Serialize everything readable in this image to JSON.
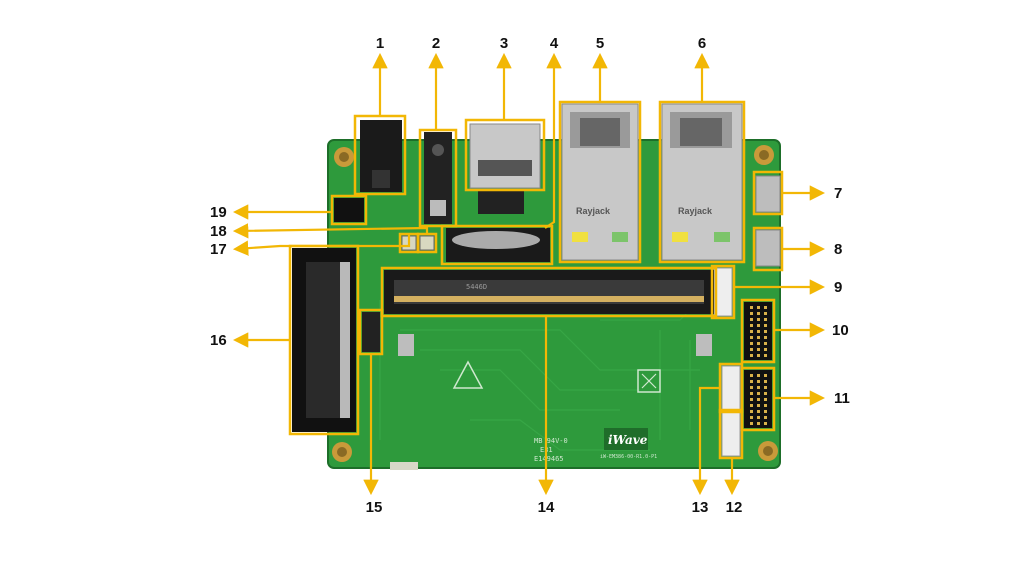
{
  "diagram": {
    "accent_color": "#F2B705",
    "board_color": "#2e9a3c",
    "callouts": [
      {
        "id": "1",
        "label": "1"
      },
      {
        "id": "2",
        "label": "2"
      },
      {
        "id": "3",
        "label": "3"
      },
      {
        "id": "4",
        "label": "4"
      },
      {
        "id": "5",
        "label": "5"
      },
      {
        "id": "6",
        "label": "6"
      },
      {
        "id": "7",
        "label": "7"
      },
      {
        "id": "8",
        "label": "8"
      },
      {
        "id": "9",
        "label": "9"
      },
      {
        "id": "10",
        "label": "10"
      },
      {
        "id": "11",
        "label": "11"
      },
      {
        "id": "12",
        "label": "12"
      },
      {
        "id": "13",
        "label": "13"
      },
      {
        "id": "14",
        "label": "14"
      },
      {
        "id": "15",
        "label": "15"
      },
      {
        "id": "16",
        "label": "16"
      },
      {
        "id": "17",
        "label": "17"
      },
      {
        "id": "18",
        "label": "18"
      },
      {
        "id": "19",
        "label": "19"
      }
    ],
    "board_markings": {
      "silk_line1": "MB 94V-0",
      "silk_line2": "E31",
      "silk_line3": "E149465",
      "connector_code": "5446D",
      "logo": "iWave",
      "pcb_code": "iW-EM386-00-R1.0-P1",
      "rj45_brand_1": "Rayjack",
      "rj45_brand_2": "Rayjack"
    }
  }
}
